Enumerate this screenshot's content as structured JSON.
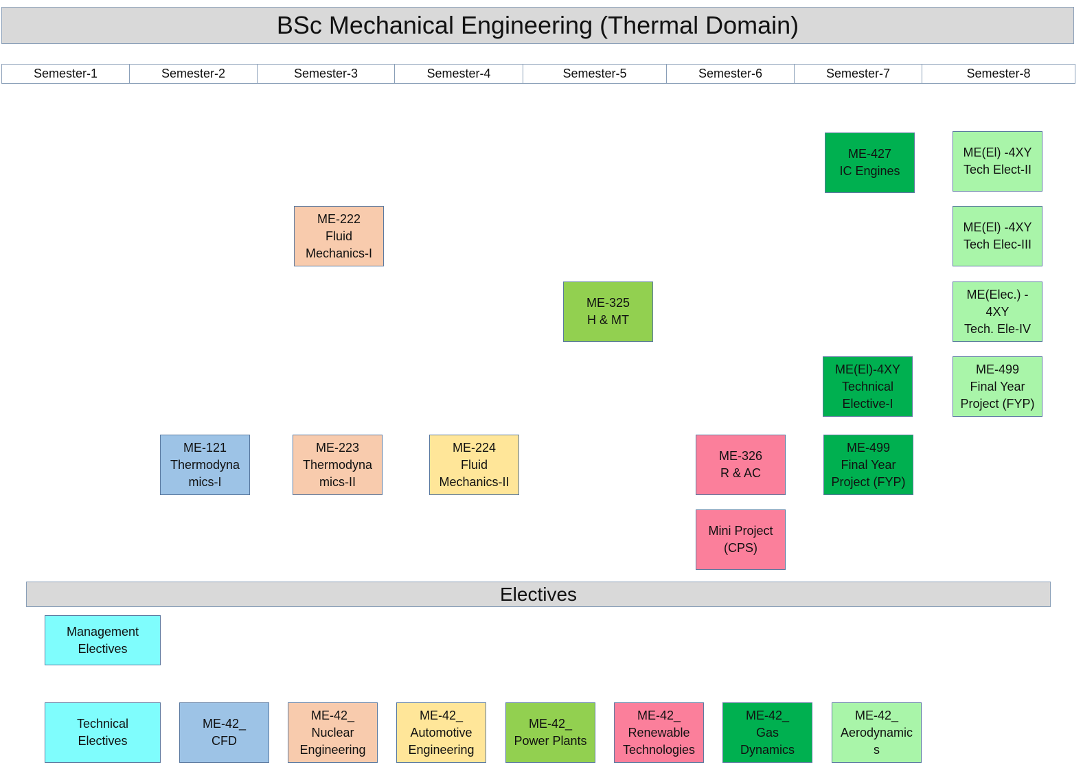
{
  "title": "BSc Mechanical Engineering (Thermal Domain)",
  "semesters": [
    "Semester-1",
    "Semester-2",
    "Semester-3",
    "Semester-4",
    "Semester-5",
    "Semester-6",
    "Semester-7",
    "Semester-8"
  ],
  "colors": {
    "blue": "#9dc3e6",
    "peach": "#f8cbad",
    "yellow": "#ffe699",
    "lime": "#92d050",
    "pink": "#fb7f9b",
    "green": "#00b050",
    "light_green": "#a9f5a9",
    "cyan": "#7ffdfd"
  },
  "courses": {
    "me427": "ME-427\nIC Engines",
    "tech_elect_2": "ME(El) -4XY\nTech Elect-II",
    "me222": "ME-222\nFluid\nMechanics-I",
    "tech_elec_3": "ME(El) -4XY\nTech Elec-III",
    "me325": "ME-325\nH & MT",
    "tech_ele_4": "ME(Elec.) -\n4XY\nTech. Ele-IV",
    "tech_elective_1": "ME(El)-4XY\nTechnical\nElective-I",
    "me499_s8": "ME-499\nFinal Year\nProject (FYP)",
    "me121": "ME-121\nThermodyna\nmics-I",
    "me223": "ME-223\nThermodyna\nmics-II",
    "me224": "ME-224\nFluid\nMechanics-II",
    "me326": "ME-326\nR & AC",
    "me499_s7": "ME-499\nFinal Year\nProject (FYP)",
    "mini_project": "Mini Project\n(CPS)"
  },
  "electives": {
    "heading": "Electives",
    "management": "Management\nElectives",
    "technical": "Technical\nElectives",
    "cfd": "ME-42_\nCFD",
    "nuclear": "ME-42_\nNuclear\nEngineering",
    "automotive": "ME-42_\nAutomotive\nEngineering",
    "power_plants": "ME-42_\nPower Plants",
    "renewable": "ME-42_\nRenewable\nTechnologies",
    "gas_dynamics": "ME-42_\nGas\nDynamics",
    "aerodynamics": "ME-42_\nAerodynamic\ns"
  }
}
